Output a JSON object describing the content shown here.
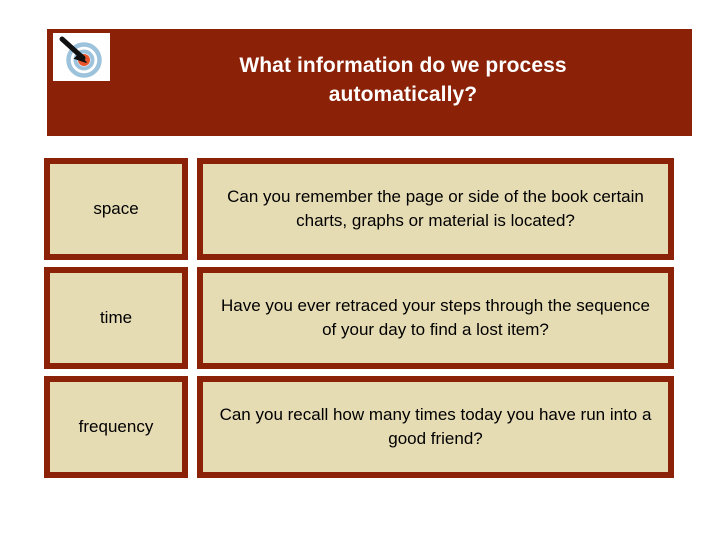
{
  "slide": {
    "background_color": "#FFFFFF",
    "accent_color": "#8B2208",
    "cell_fill_color": "#E6DCB4",
    "title_text_color": "#FFFFFF",
    "body_text_color": "#000000"
  },
  "header": {
    "title": "What information do we process automatically?",
    "title_line_1": "What information do we process",
    "title_line_2": "automatically?",
    "icon": "target-bullseye-arrow-icon"
  },
  "table": {
    "rows": [
      {
        "label": "space",
        "description": "Can you remember the page or side of the book certain charts, graphs or material is located?"
      },
      {
        "label": "time",
        "description": "Have you ever retraced your steps through the sequence of your day to find a lost item?"
      },
      {
        "label": "frequency",
        "description": "Can you recall how many times today you have run into a good friend?"
      }
    ]
  }
}
